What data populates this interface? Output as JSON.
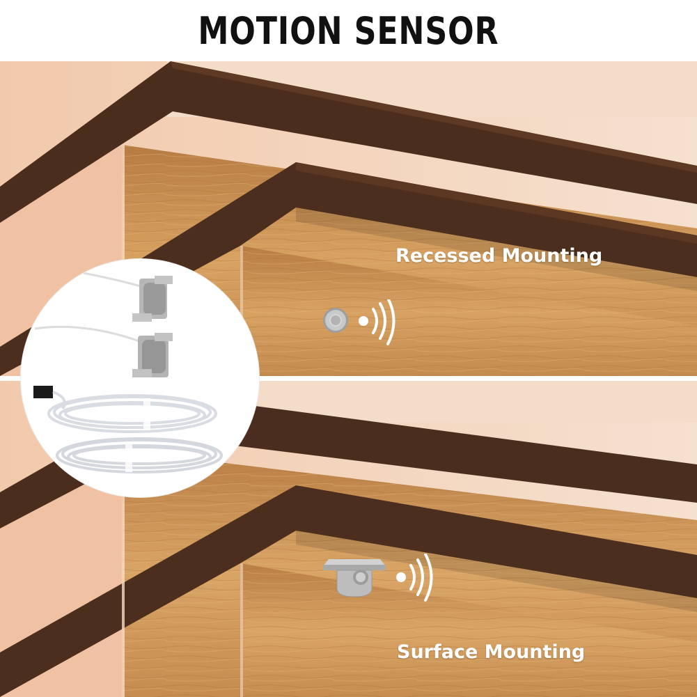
{
  "header": {
    "title": "MOTION SENSOR"
  },
  "labels": {
    "recessed": "Recessed Mounting",
    "surface": "Surface Mounting"
  },
  "colors": {
    "text_title": "#111111",
    "label_text": "#ffffff",
    "wall": "#e9b99a",
    "wood": "#c9904f",
    "trim": "#4a2d1c",
    "sensor_metal": "#b9b9b9"
  },
  "icons": {
    "recessed_sensor": "round-sensor-icon",
    "surface_sensor": "bracket-sensor-icon",
    "signal": "motion-wave-icon",
    "product": "sensor-kit-with-cables"
  }
}
